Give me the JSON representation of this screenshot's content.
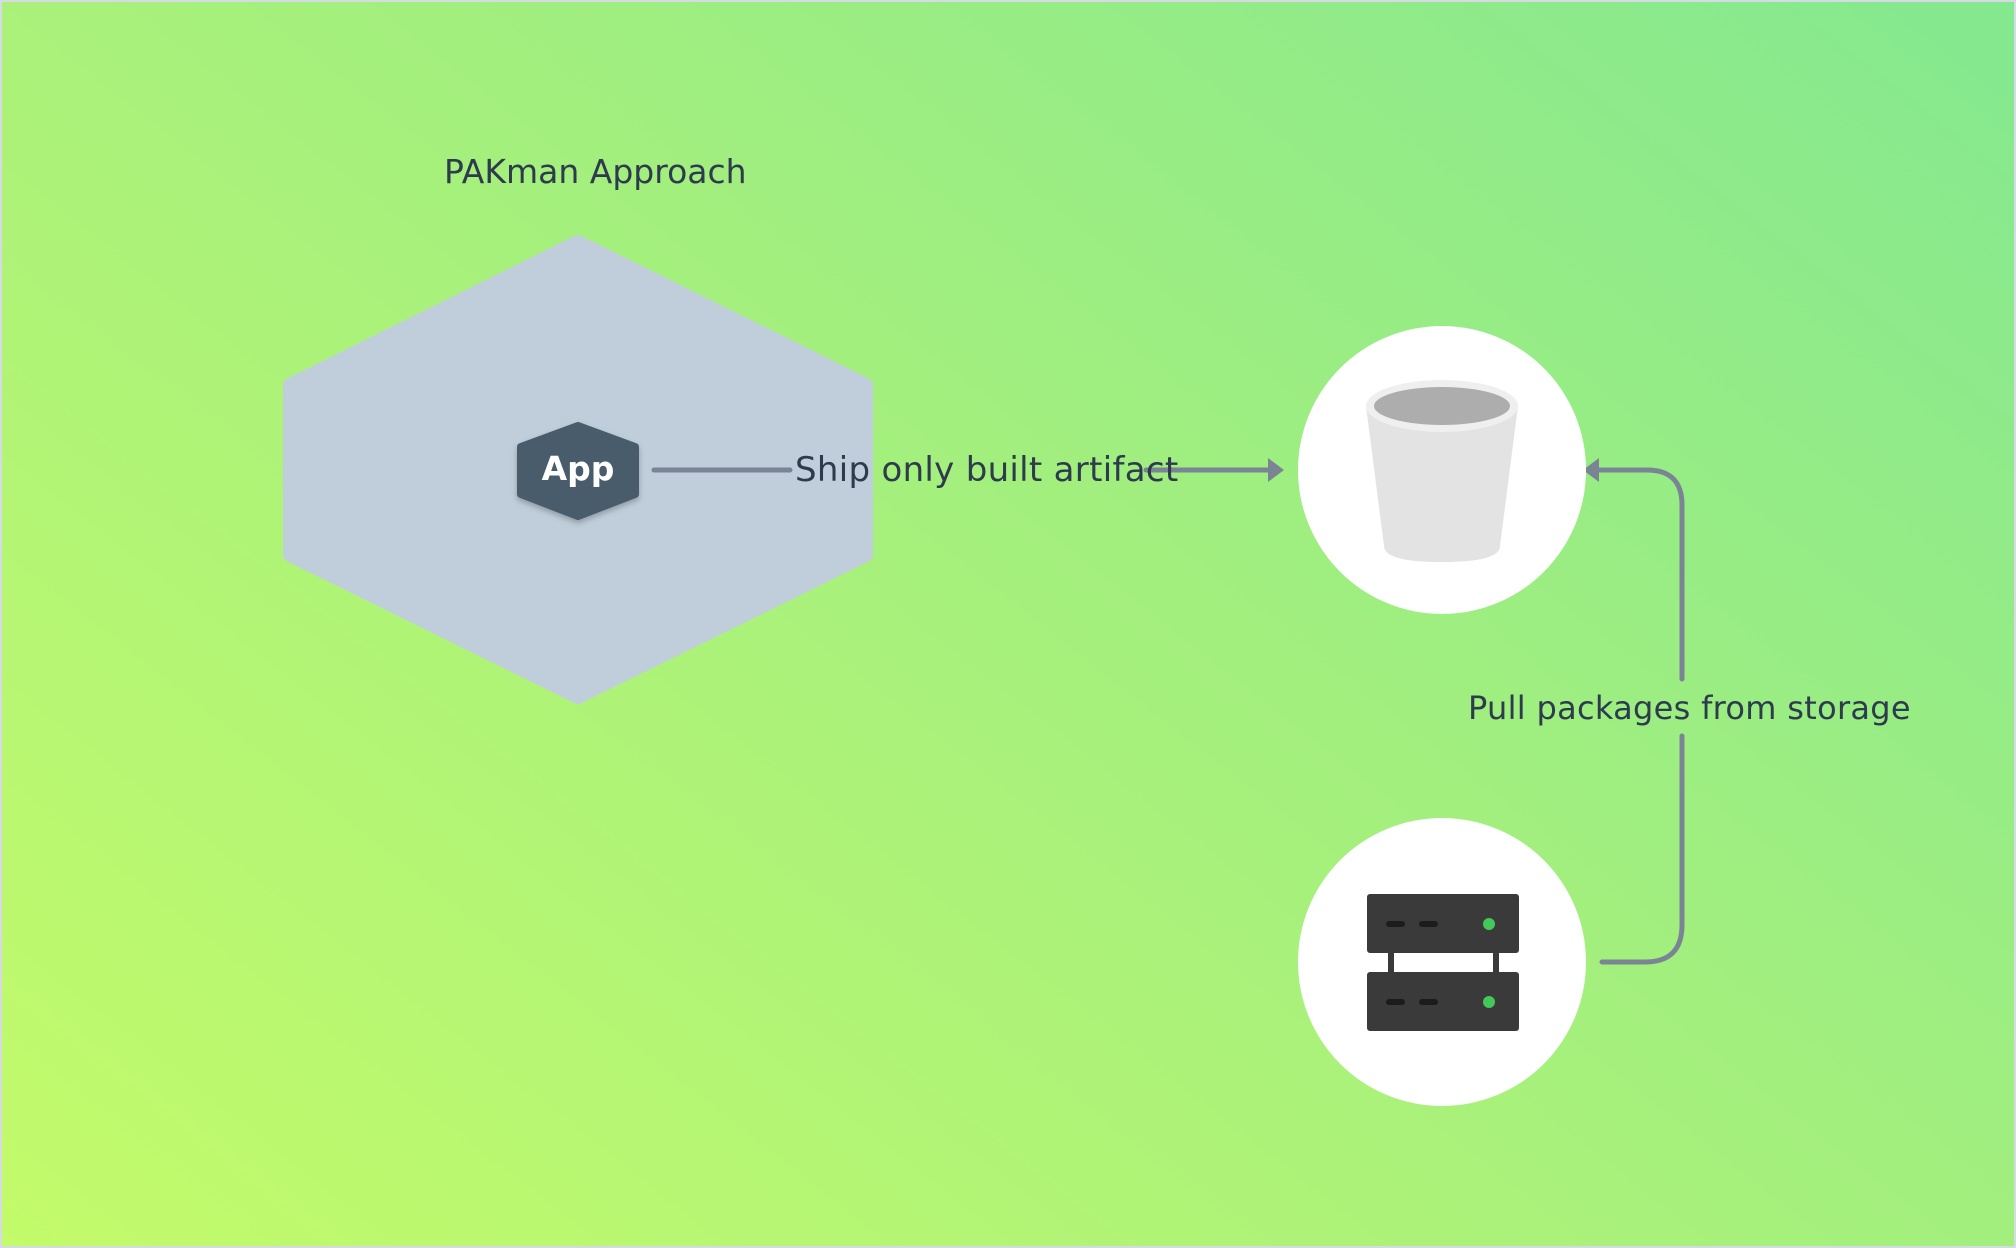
{
  "title": "PAKman Approach",
  "nodes": {
    "app": {
      "label": "App",
      "icon": "hexagon-app-node"
    },
    "container": {
      "icon": "large-hexagon-boundary"
    },
    "storage": {
      "icon": "bucket-icon"
    },
    "server": {
      "icon": "server-rack-icon"
    }
  },
  "edges": {
    "ship": {
      "label": "Ship only built artifact",
      "from": "app",
      "to": "storage"
    },
    "pull": {
      "label": "Pull packages from storage",
      "from": "server",
      "to": "storage"
    }
  },
  "colors": {
    "background_start": "#84e88f",
    "background_end": "#c3fb6a",
    "hexagon_fill": "#c0cedb",
    "app_fill": "#485b6c",
    "arrow": "#7a8494",
    "text": "#2d3b4d",
    "node_circle": "#ffffff"
  }
}
